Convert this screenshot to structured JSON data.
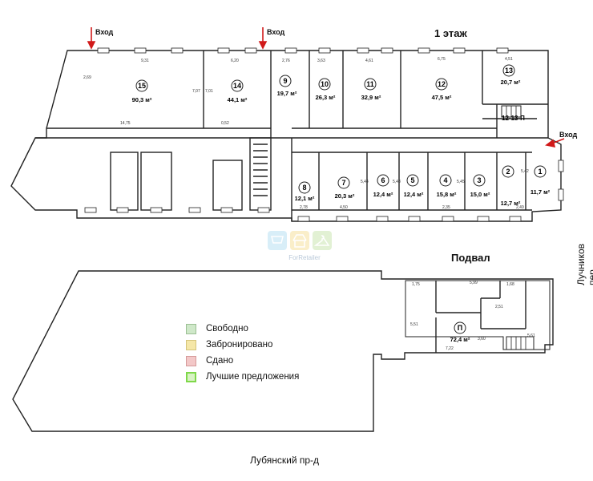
{
  "floors": {
    "ground_title": "1 этаж",
    "basement_title": "Подвал"
  },
  "entrances": {
    "label": "Вход"
  },
  "rooms": [
    {
      "num": "15",
      "area": "90,3 м²"
    },
    {
      "num": "14",
      "area": "44,1 м²"
    },
    {
      "num": "9",
      "area": "19,7 м²"
    },
    {
      "num": "10",
      "area": "26,3 м²"
    },
    {
      "num": "11",
      "area": "32,9 м²"
    },
    {
      "num": "12",
      "area": "47,5 м²"
    },
    {
      "num": "13",
      "area": "20,7 м²"
    },
    {
      "num": "8",
      "area": "12,1 м²"
    },
    {
      "num": "7",
      "area": "20,3 м²"
    },
    {
      "num": "6",
      "area": "12,4 м²"
    },
    {
      "num": "5",
      "area": "12,4 м²"
    },
    {
      "num": "4",
      "area": "15,8 м²"
    },
    {
      "num": "3",
      "area": "15,0 м²"
    },
    {
      "num": "2",
      "area": "12,7 м²"
    },
    {
      "num": "1",
      "area": "11,7 м²"
    },
    {
      "num": "П",
      "area": "72,4 м²"
    }
  ],
  "room_12_13_label": "12-13-П",
  "dimensions": {
    "d1": "9,31",
    "d2": "6,20",
    "d3": "2,76",
    "d4": "3,63",
    "d5": "4,61",
    "d6": "6,75",
    "d7": "4,51",
    "d8": "14,75",
    "d9": "0,52",
    "d10": "7,07",
    "d11": "7,01",
    "d12": "4,50",
    "d13": "2,35",
    "d14": "2,49",
    "d15": "2,78",
    "d16": "5,44",
    "d17": "5,48",
    "d18": "5,45",
    "d19": "5,42",
    "d20": "2,69",
    "d21": "1,75",
    "d22": "5,99",
    "d23": "1,68",
    "d24": "7,22",
    "d25": "3,60",
    "d26": "5,61",
    "d27": "2,51",
    "d28": "5,51"
  },
  "legend": [
    {
      "label": "Свободно",
      "color": "#cfe8c9",
      "border": "#9bbf94"
    },
    {
      "label": "Забронировано",
      "color": "#f5e7a8",
      "border": "#d5c47a"
    },
    {
      "label": "Сдано",
      "color": "#f3c8c8",
      "border": "#d59a9a"
    },
    {
      "label": "Лучшие предложения",
      "color": "#d8f2c4",
      "border": "#7fd84a"
    }
  ],
  "streets": {
    "bottom": "Лубянский пр-д",
    "right": "Лучников пер."
  },
  "logo": {
    "text": "ForRetailer"
  },
  "colors": {
    "wall": "#222222",
    "arrow": "#d11a1a",
    "window": "#ffffff"
  }
}
